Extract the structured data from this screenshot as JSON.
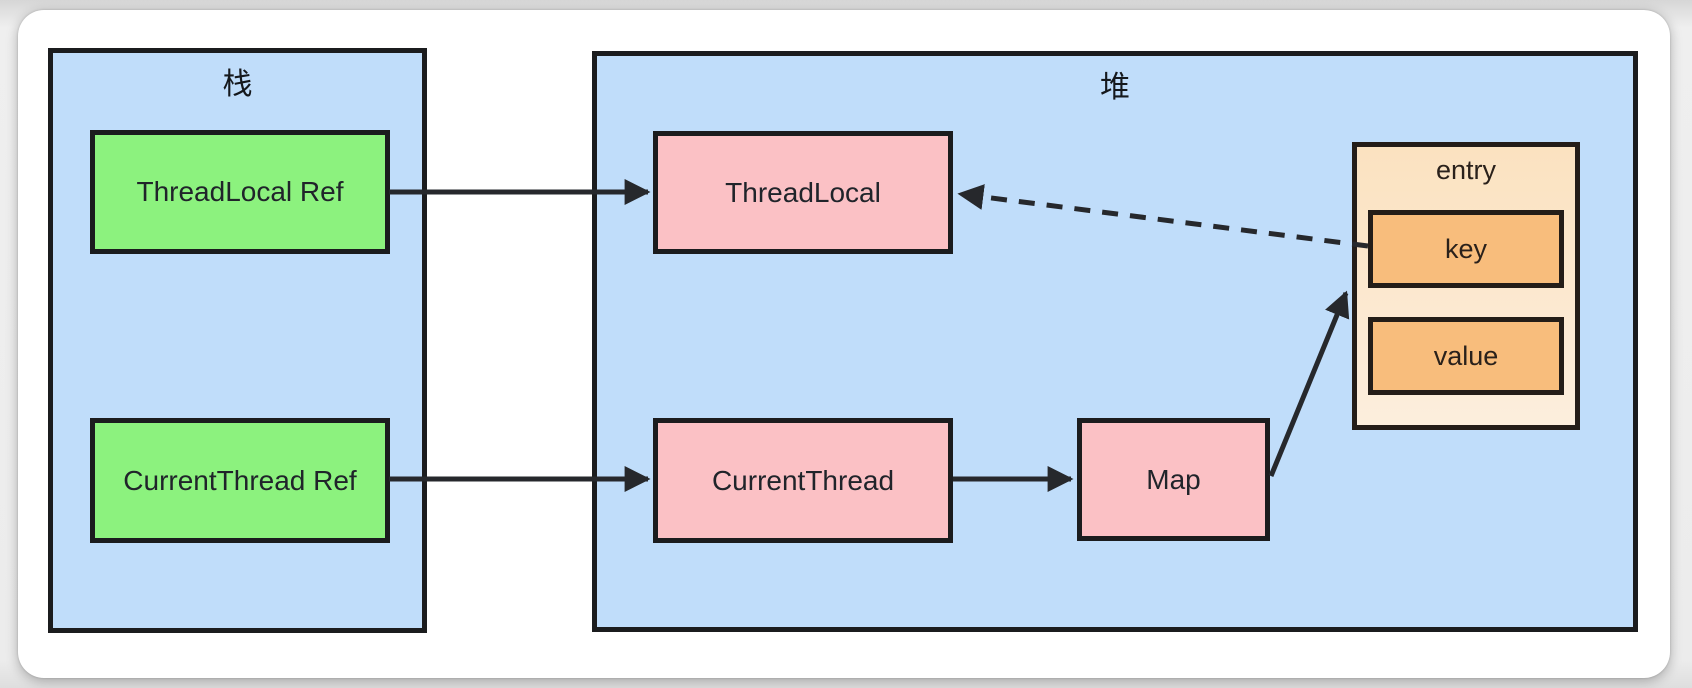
{
  "diagram": {
    "stack": {
      "title": "栈",
      "nodes": [
        {
          "id": "threadlocal-ref",
          "label": "ThreadLocal Ref"
        },
        {
          "id": "currentthread-ref",
          "label": "CurrentThread Ref"
        }
      ]
    },
    "heap": {
      "title": "堆",
      "nodes": [
        {
          "id": "threadlocal",
          "label": "ThreadLocal"
        },
        {
          "id": "currentthread",
          "label": "CurrentThread"
        },
        {
          "id": "map",
          "label": "Map"
        }
      ],
      "entry": {
        "title": "entry",
        "fields": [
          {
            "label": "key"
          },
          {
            "label": "value"
          }
        ]
      }
    },
    "edges": [
      {
        "from": "ThreadLocal Ref",
        "to": "ThreadLocal",
        "style": "solid"
      },
      {
        "from": "CurrentThread Ref",
        "to": "CurrentThread",
        "style": "solid"
      },
      {
        "from": "CurrentThread",
        "to": "Map",
        "style": "solid"
      },
      {
        "from": "Map",
        "to": "entry",
        "style": "solid"
      },
      {
        "from": "key",
        "to": "ThreadLocal",
        "style": "dashed"
      }
    ],
    "colors": {
      "region_fill": "#c0ddfa",
      "stack_node_fill": "#8cf27e",
      "heap_node_fill": "#fbc1c5",
      "entry_fill_top": "#fbe2c0",
      "entry_fill_bottom": "#fceedd",
      "field_fill": "#f8bd7c",
      "border": "#1b1c1e",
      "arrow": "#26282c",
      "canvas": "#ffffff",
      "page_background": "#ececec"
    }
  }
}
